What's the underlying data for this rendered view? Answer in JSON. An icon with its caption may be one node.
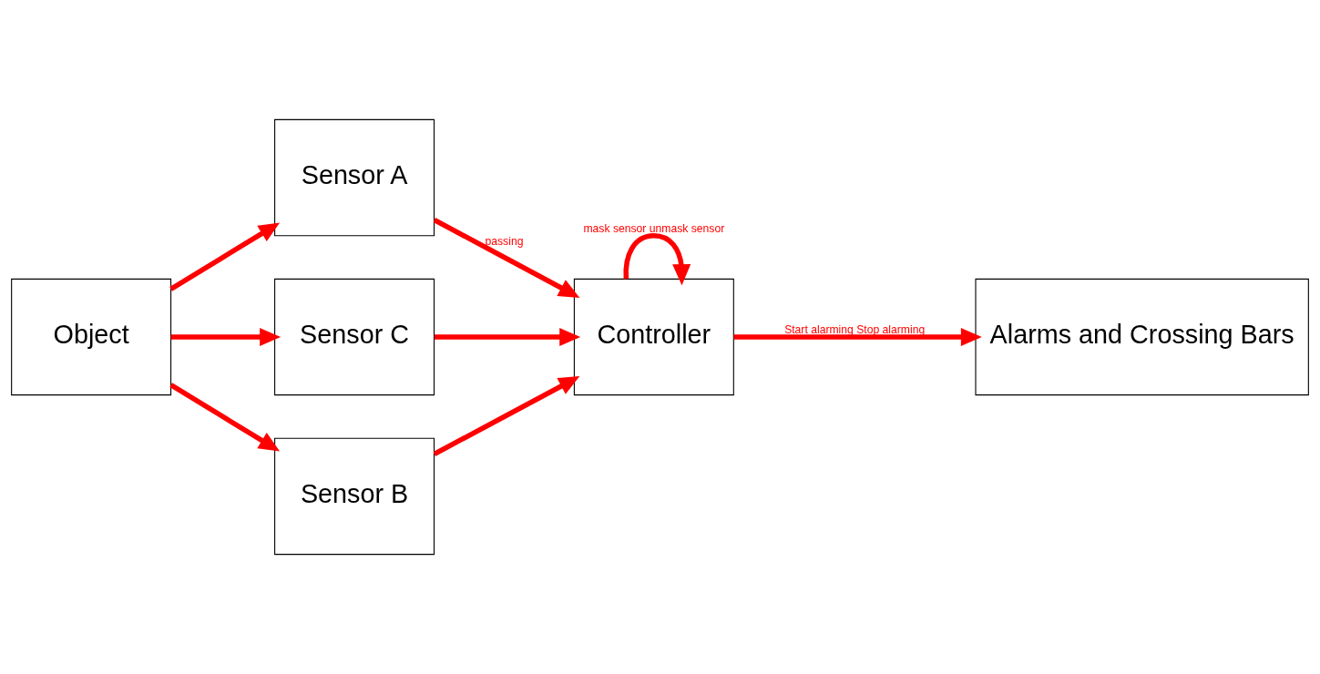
{
  "diagram": {
    "nodes": [
      {
        "text": [
          "Object"
        ]
      },
      {
        "text": [
          "Sensor A"
        ]
      },
      {
        "text": [
          "Sensor C"
        ]
      },
      {
        "text": [
          "Sensor B"
        ]
      },
      {
        "text": [
          "Controller"
        ]
      },
      {
        "text": [
          "Alarms and Crossing Bars"
        ]
      }
    ],
    "edges": [
      {
        "from": 0,
        "to": 1,
        "arrow": "to"
      },
      {
        "from": 0,
        "to": 2,
        "arrow": "to"
      },
      {
        "from": 0,
        "to": 3,
        "arrow": "to"
      },
      {
        "from": 1,
        "to": 4,
        "arrow": "to",
        "label": "passing"
      },
      {
        "from": 2,
        "to": 4,
        "arrow": "to"
      },
      {
        "from": 3,
        "to": 4,
        "arrow": "to"
      },
      {
        "from": 4,
        "to": 4,
        "arrow": "to",
        "label": "mask sensor unmask sensor"
      },
      {
        "from": 4,
        "to": 5,
        "arrow": "to",
        "label": "Start alarming Stop alarming"
      }
    ]
  }
}
